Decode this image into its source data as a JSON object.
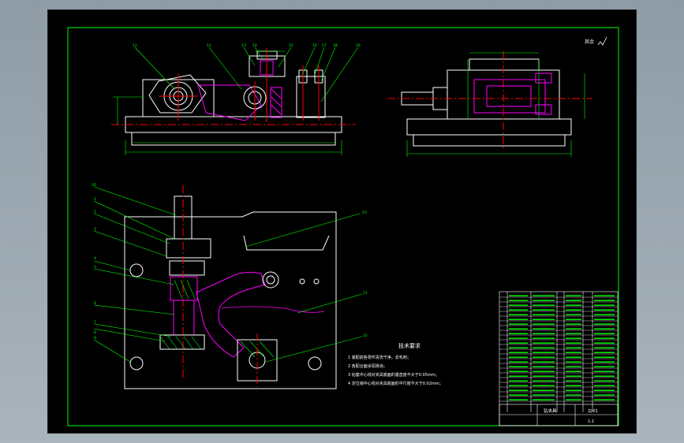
{
  "drawing": {
    "corner_mark": "其余",
    "tech_title": "技术要求",
    "tech_notes": [
      "1 装配前各零件清洗干净，去毛刺；",
      "2 各配合面涂润滑油；",
      "3 钻套中心线对夹具底面的垂直度不大于0.05mm；",
      "4 定位销中心线对夹具底面的平行度不大于0.02mm；"
    ],
    "balloons_front": [
      "11",
      "12",
      "13",
      "14",
      "15",
      "16",
      "17",
      "18",
      "19"
    ],
    "balloons_plan": [
      "20",
      "1",
      "2",
      "3",
      "4",
      "5",
      "6",
      "7",
      "8",
      "9"
    ],
    "balloon_callouts": [
      "23",
      "21",
      "22"
    ]
  },
  "title_block": {
    "name": "钻夹具",
    "code": "ZJ-01",
    "scale": "1:1"
  },
  "colors": {
    "background": "#000000",
    "outline": "#ffffff",
    "part": "#ff00ff",
    "centerline": "#ff0000",
    "dimension": "#00ff00",
    "border": "#00ff00",
    "hatch": "#00ff00"
  }
}
